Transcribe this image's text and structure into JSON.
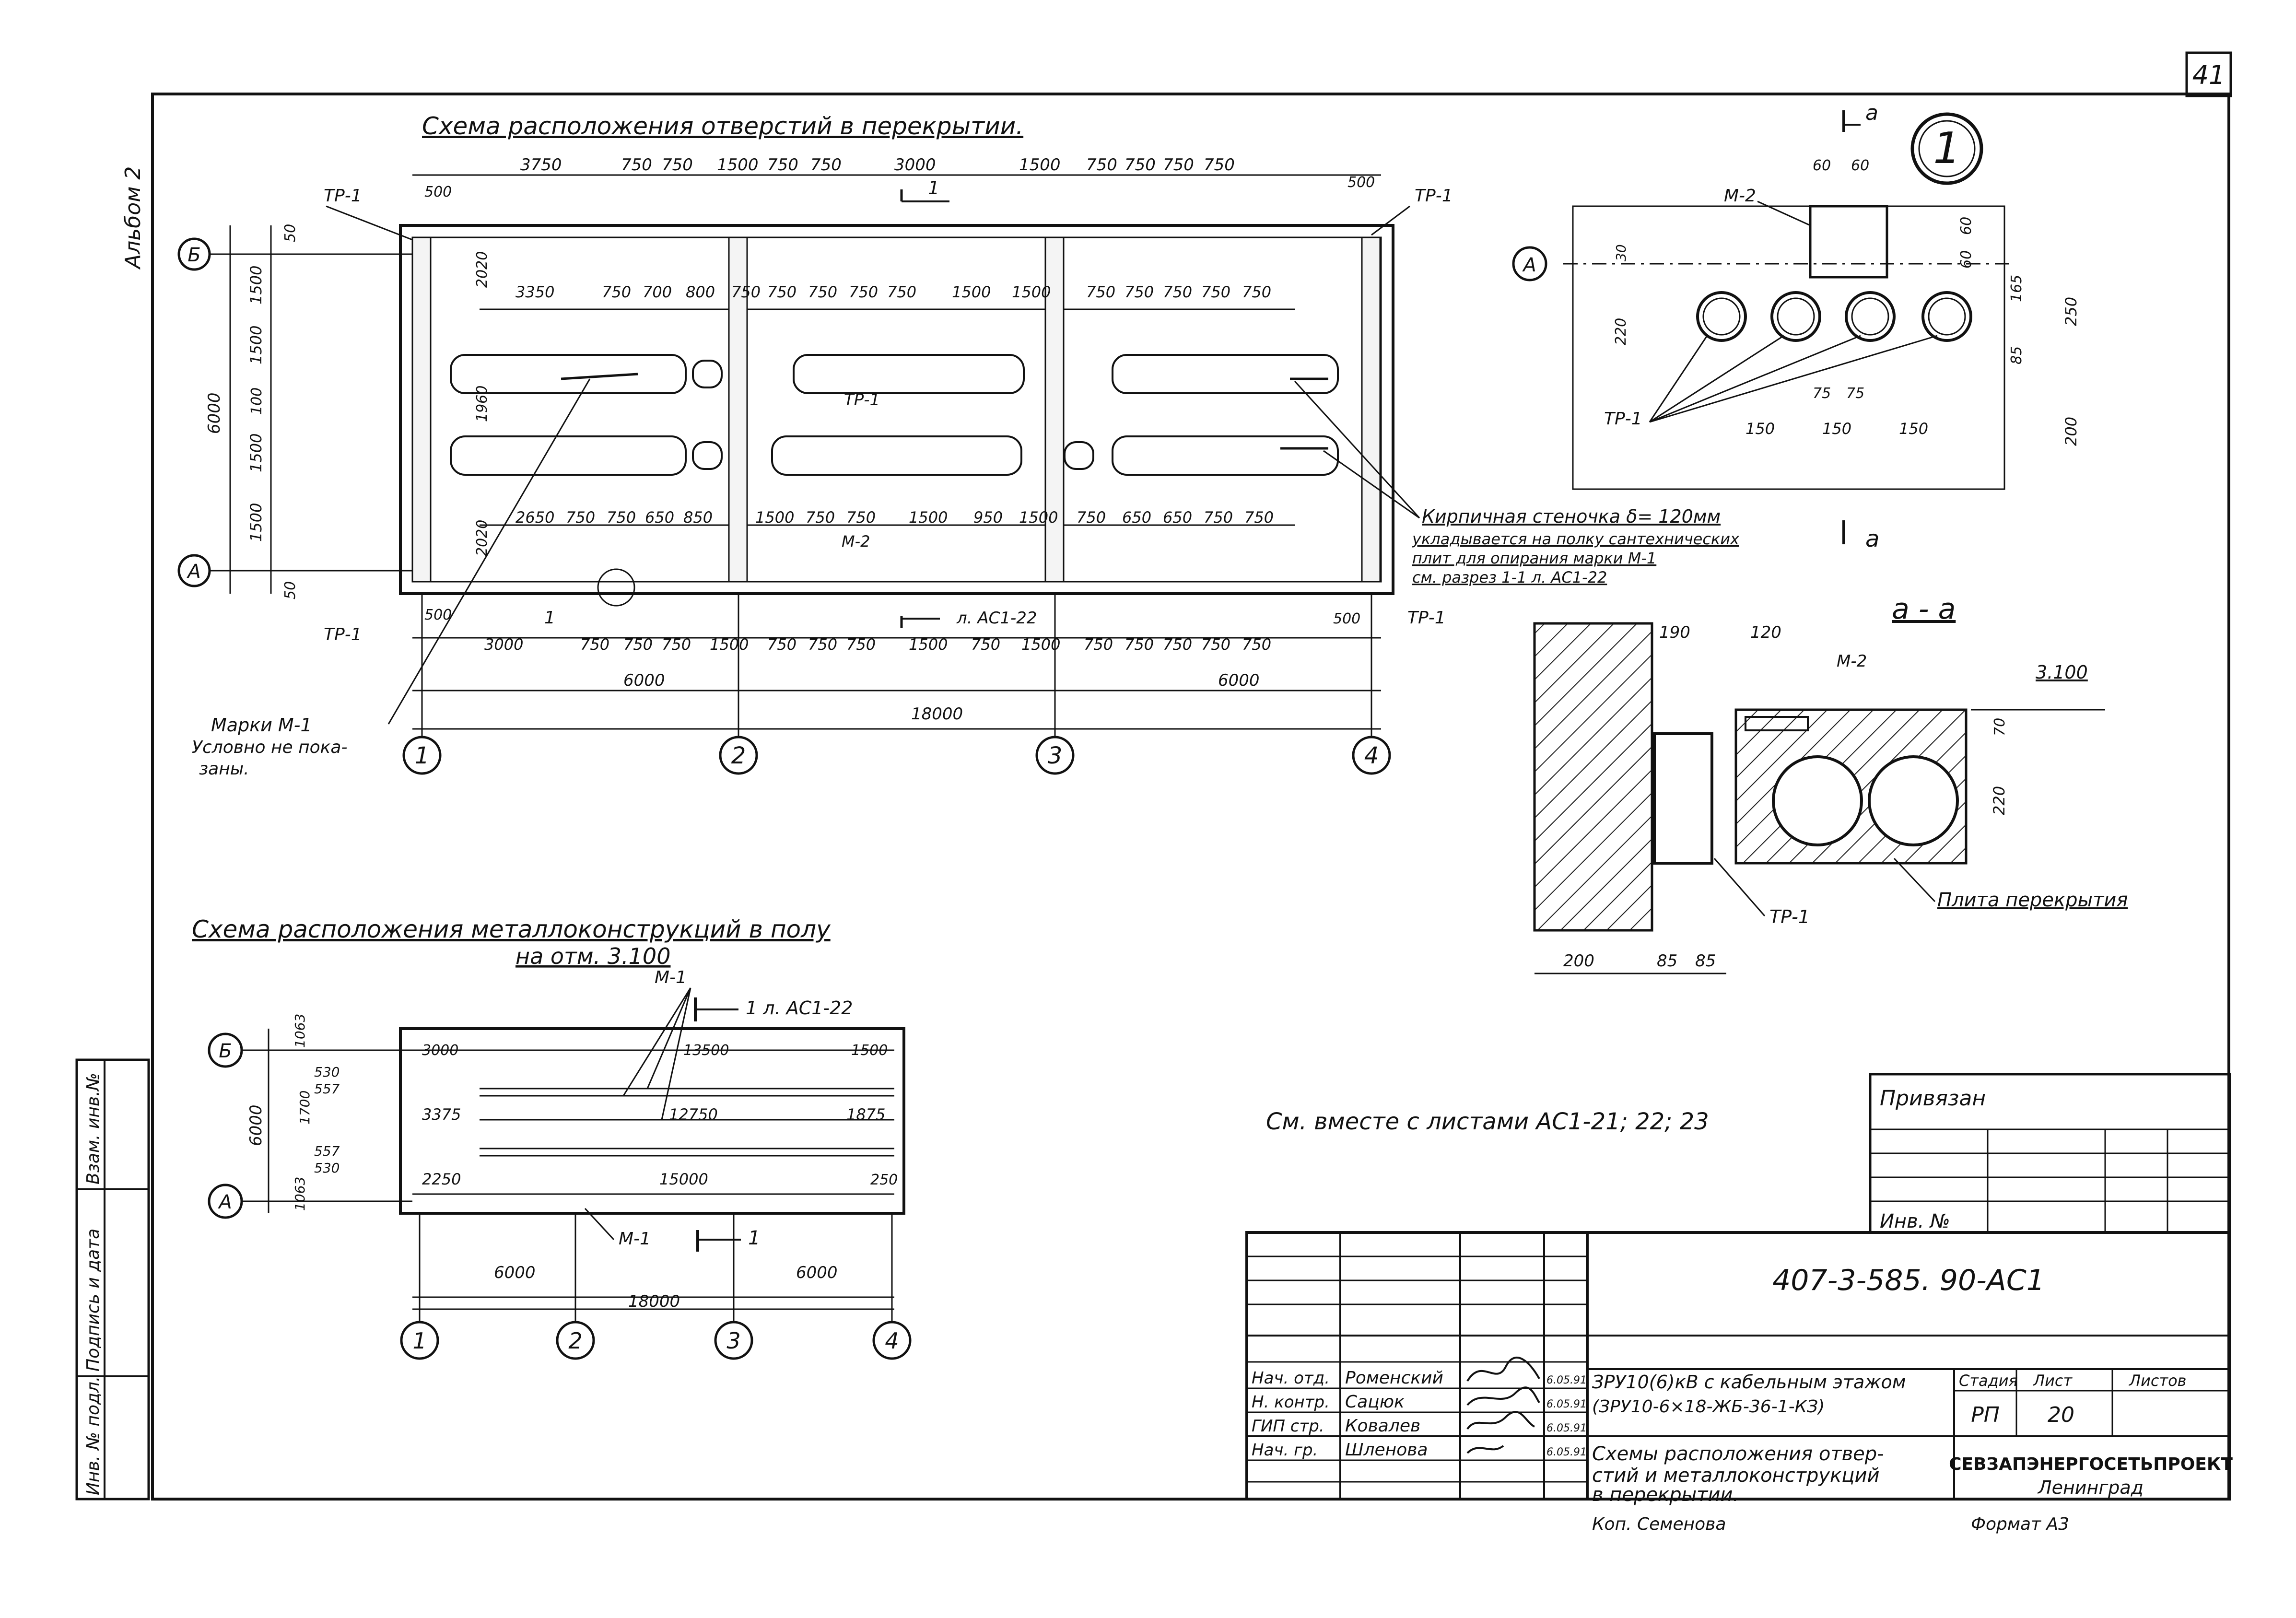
{
  "sheet_number": "41",
  "album_label": "Альбом 2",
  "plan_top": {
    "title": "Схема расположения отверстий в перекрытии.",
    "top_dims": [
      "3750",
      "750",
      "750",
      "1500",
      "750",
      "750",
      "3000",
      "1500",
      "750",
      "750",
      "750",
      "750"
    ],
    "top_dims_inner": [
      "3350",
      "750",
      "700",
      "800",
      "750",
      "750",
      "750",
      "750",
      "750",
      "1500",
      "1500",
      "750",
      "750",
      "750",
      "750",
      "750"
    ],
    "bottom_dims_inner": [
      "2650",
      "750",
      "750",
      "650",
      "850",
      "1500",
      "750",
      "750",
      "1500",
      "950",
      "1500",
      "750",
      "650",
      "650",
      "750",
      "750"
    ],
    "bottom_dims": [
      "3000",
      "750",
      "750",
      "750",
      "1500",
      "750",
      "750",
      "750",
      "1500",
      "750",
      "1500",
      "750",
      "750",
      "750",
      "750",
      "750"
    ],
    "corner_dims": [
      "500",
      "500",
      "500",
      "500"
    ],
    "left_dims": [
      "50",
      "1500",
      "1500",
      "100",
      "1500",
      "1500",
      "50"
    ],
    "left_total": "6000",
    "inner_vertical": [
      "2020",
      "1960",
      "2020"
    ],
    "span_left": "6000",
    "span_right": "6000",
    "span_total": "18000",
    "axes_rows": [
      "Б",
      "А"
    ],
    "axes_cols": [
      "1",
      "2",
      "3",
      "4"
    ],
    "tp_label": "ТР-1",
    "section_mark": "1",
    "m2_label": "М-2",
    "sheet_ref": "л. АС1-22",
    "m1_note_line1": "Марки М-1",
    "m1_note_line2": "Условно не пока-",
    "m1_note_line3": "заны.",
    "brick_note_line1": "Кирпичная стеночка δ= 120мм",
    "brick_note_line2": "укладывается на полку сантехнических",
    "brick_note_line3": "плит для опирания марки М-1",
    "brick_note_line4": "см. разрез 1-1 л. АС1-22",
    "mark_o": "о"
  },
  "detail_1": {
    "number": "1",
    "axis": "А",
    "m2": "М-2",
    "tp": "ТР-1",
    "section_mark": "а",
    "dims_top": [
      "60",
      "60"
    ],
    "dims_right": [
      "60",
      "60",
      "165",
      "250",
      "85",
      "200"
    ],
    "dims_left": [
      "30",
      "220"
    ],
    "dims_bottom_small": [
      "75",
      "75"
    ],
    "dims_bottom": [
      "150",
      "150",
      "150"
    ]
  },
  "section_aa": {
    "title": "а - а",
    "dims_top": [
      "190",
      "120"
    ],
    "m2": "М-2",
    "level": "3.100",
    "dims_right": [
      "70",
      "220"
    ],
    "tp": "ТР-1",
    "slab_label": "Плита перекрытия",
    "dims_bottom": [
      "200",
      "85",
      "85"
    ]
  },
  "plan_bottom": {
    "title_line1": "Схема расположения металлоконструкций в полу",
    "title_line2": "на отм. 3.100",
    "m1": "М-1",
    "section_ref": "1 л. АС1-22",
    "section_mark": "1",
    "row_dims": [
      "3000",
      "13500",
      "1500",
      "3375",
      "12750",
      "1875",
      "2250",
      "15000",
      "250"
    ],
    "left_dims": [
      "1063",
      "530",
      "557",
      "1700",
      "557",
      "530",
      "1063"
    ],
    "left_total": "6000",
    "span_left": "6000",
    "span_right": "6000",
    "span_total": "18000",
    "axes_rows": [
      "Б",
      "А"
    ],
    "axes_cols": [
      "1",
      "2",
      "3",
      "4"
    ]
  },
  "note": "См. вместе с листами АС1-21; 22; 23",
  "side_stamps": [
    "Взам. инв.№",
    "Подпись и дата",
    "Инв. № подл."
  ],
  "privyazan": {
    "title": "Привязан",
    "inv_label": "Инв. №"
  },
  "title_block": {
    "code": "407-3-585. 90-АС1",
    "object_line1": "ЗРУ10(6)кВ с кабельным этажом",
    "object_line2": "(ЗРУ10-6×18-ЖБ-36-1-КЗ)",
    "sheet_title_line1": "Схемы расположения отвер-",
    "sheet_title_line2": "стий и металлоконструкций",
    "sheet_title_line3": "в перекрытии.",
    "stage_label": "Стадия",
    "sheet_label": "Лист",
    "sheets_label": "Листов",
    "stage": "РП",
    "sheet": "20",
    "sheets": "",
    "org_line1": "СЕВЗАПЭНЕРГОСЕТЬПРОЕКТ",
    "org_line2": "Ленинград",
    "copied_by": "Коп. Семенова",
    "format": "Формат А3",
    "roles": [
      {
        "role": "Нач. отд.",
        "name": "Роменский",
        "date": "6.05.91"
      },
      {
        "role": "Н. контр.",
        "name": "Сацюк",
        "date": "6.05.91"
      },
      {
        "role": "ГИП стр.",
        "name": "Ковалев",
        "date": "6.05.91"
      },
      {
        "role": "Нач. гр.",
        "name": "Шленова",
        "date": "6.05.91"
      }
    ]
  }
}
